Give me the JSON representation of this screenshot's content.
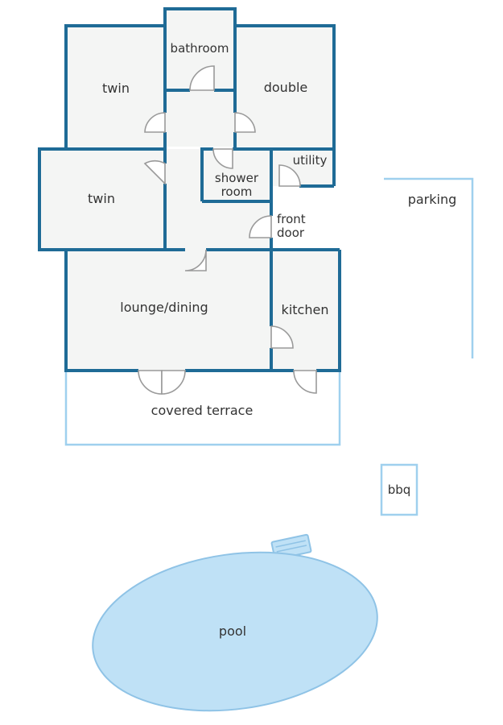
{
  "rooms": {
    "bathroom": "bathroom",
    "twin_top": "twin",
    "double": "double",
    "twin_mid": "twin",
    "shower_line1": "shower",
    "shower_line2": "room",
    "utility": "utility",
    "front_door_line1": "front",
    "front_door_line2": "door",
    "lounge": "lounge/dining",
    "kitchen": "kitchen"
  },
  "outdoor": {
    "terrace": "covered terrace",
    "parking": "parking",
    "bbq": "bbq",
    "pool": "pool"
  },
  "colors": {
    "wall": "#1f6b96",
    "outline": "#9fd0ee",
    "room_fill": "#f4f5f4",
    "pool_fill": "#bfe1f6"
  }
}
